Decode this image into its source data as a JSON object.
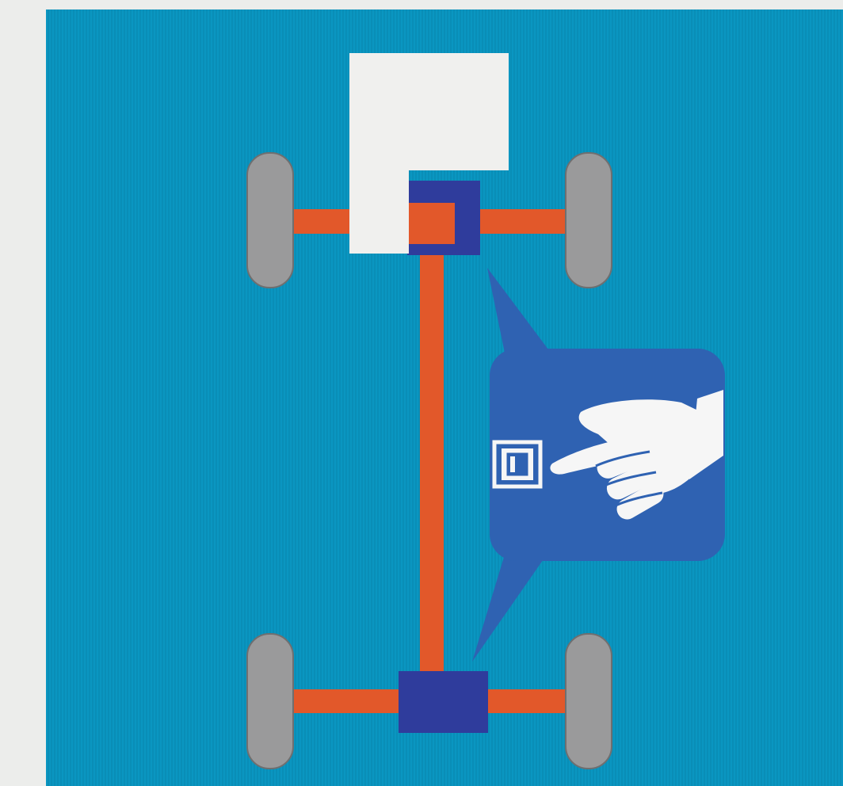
{
  "diagram": {
    "page_color": "#ecedeb",
    "panel_color": "#0a96c1",
    "shaft_color": "#e2582a",
    "wheel_color": "#9a9a9b",
    "housing_color": "#2f3c9c",
    "engine_color": "#f0f0ee",
    "callout_color": "#2f62b2",
    "hand_color": "#f6f6f6",
    "components": [
      {
        "id": "engine",
        "icon": "engine-block"
      },
      {
        "id": "transfer-case",
        "icon": "transfer-case"
      },
      {
        "id": "front-axle",
        "icon": "axle"
      },
      {
        "id": "rear-axle",
        "icon": "axle"
      },
      {
        "id": "driveshaft",
        "icon": "driveshaft"
      },
      {
        "id": "rear-differential",
        "icon": "differential"
      },
      {
        "id": "wheels",
        "count": 4,
        "icon": "wheel"
      },
      {
        "id": "callout",
        "icon": "hand-pressing-switch-icon"
      }
    ]
  }
}
